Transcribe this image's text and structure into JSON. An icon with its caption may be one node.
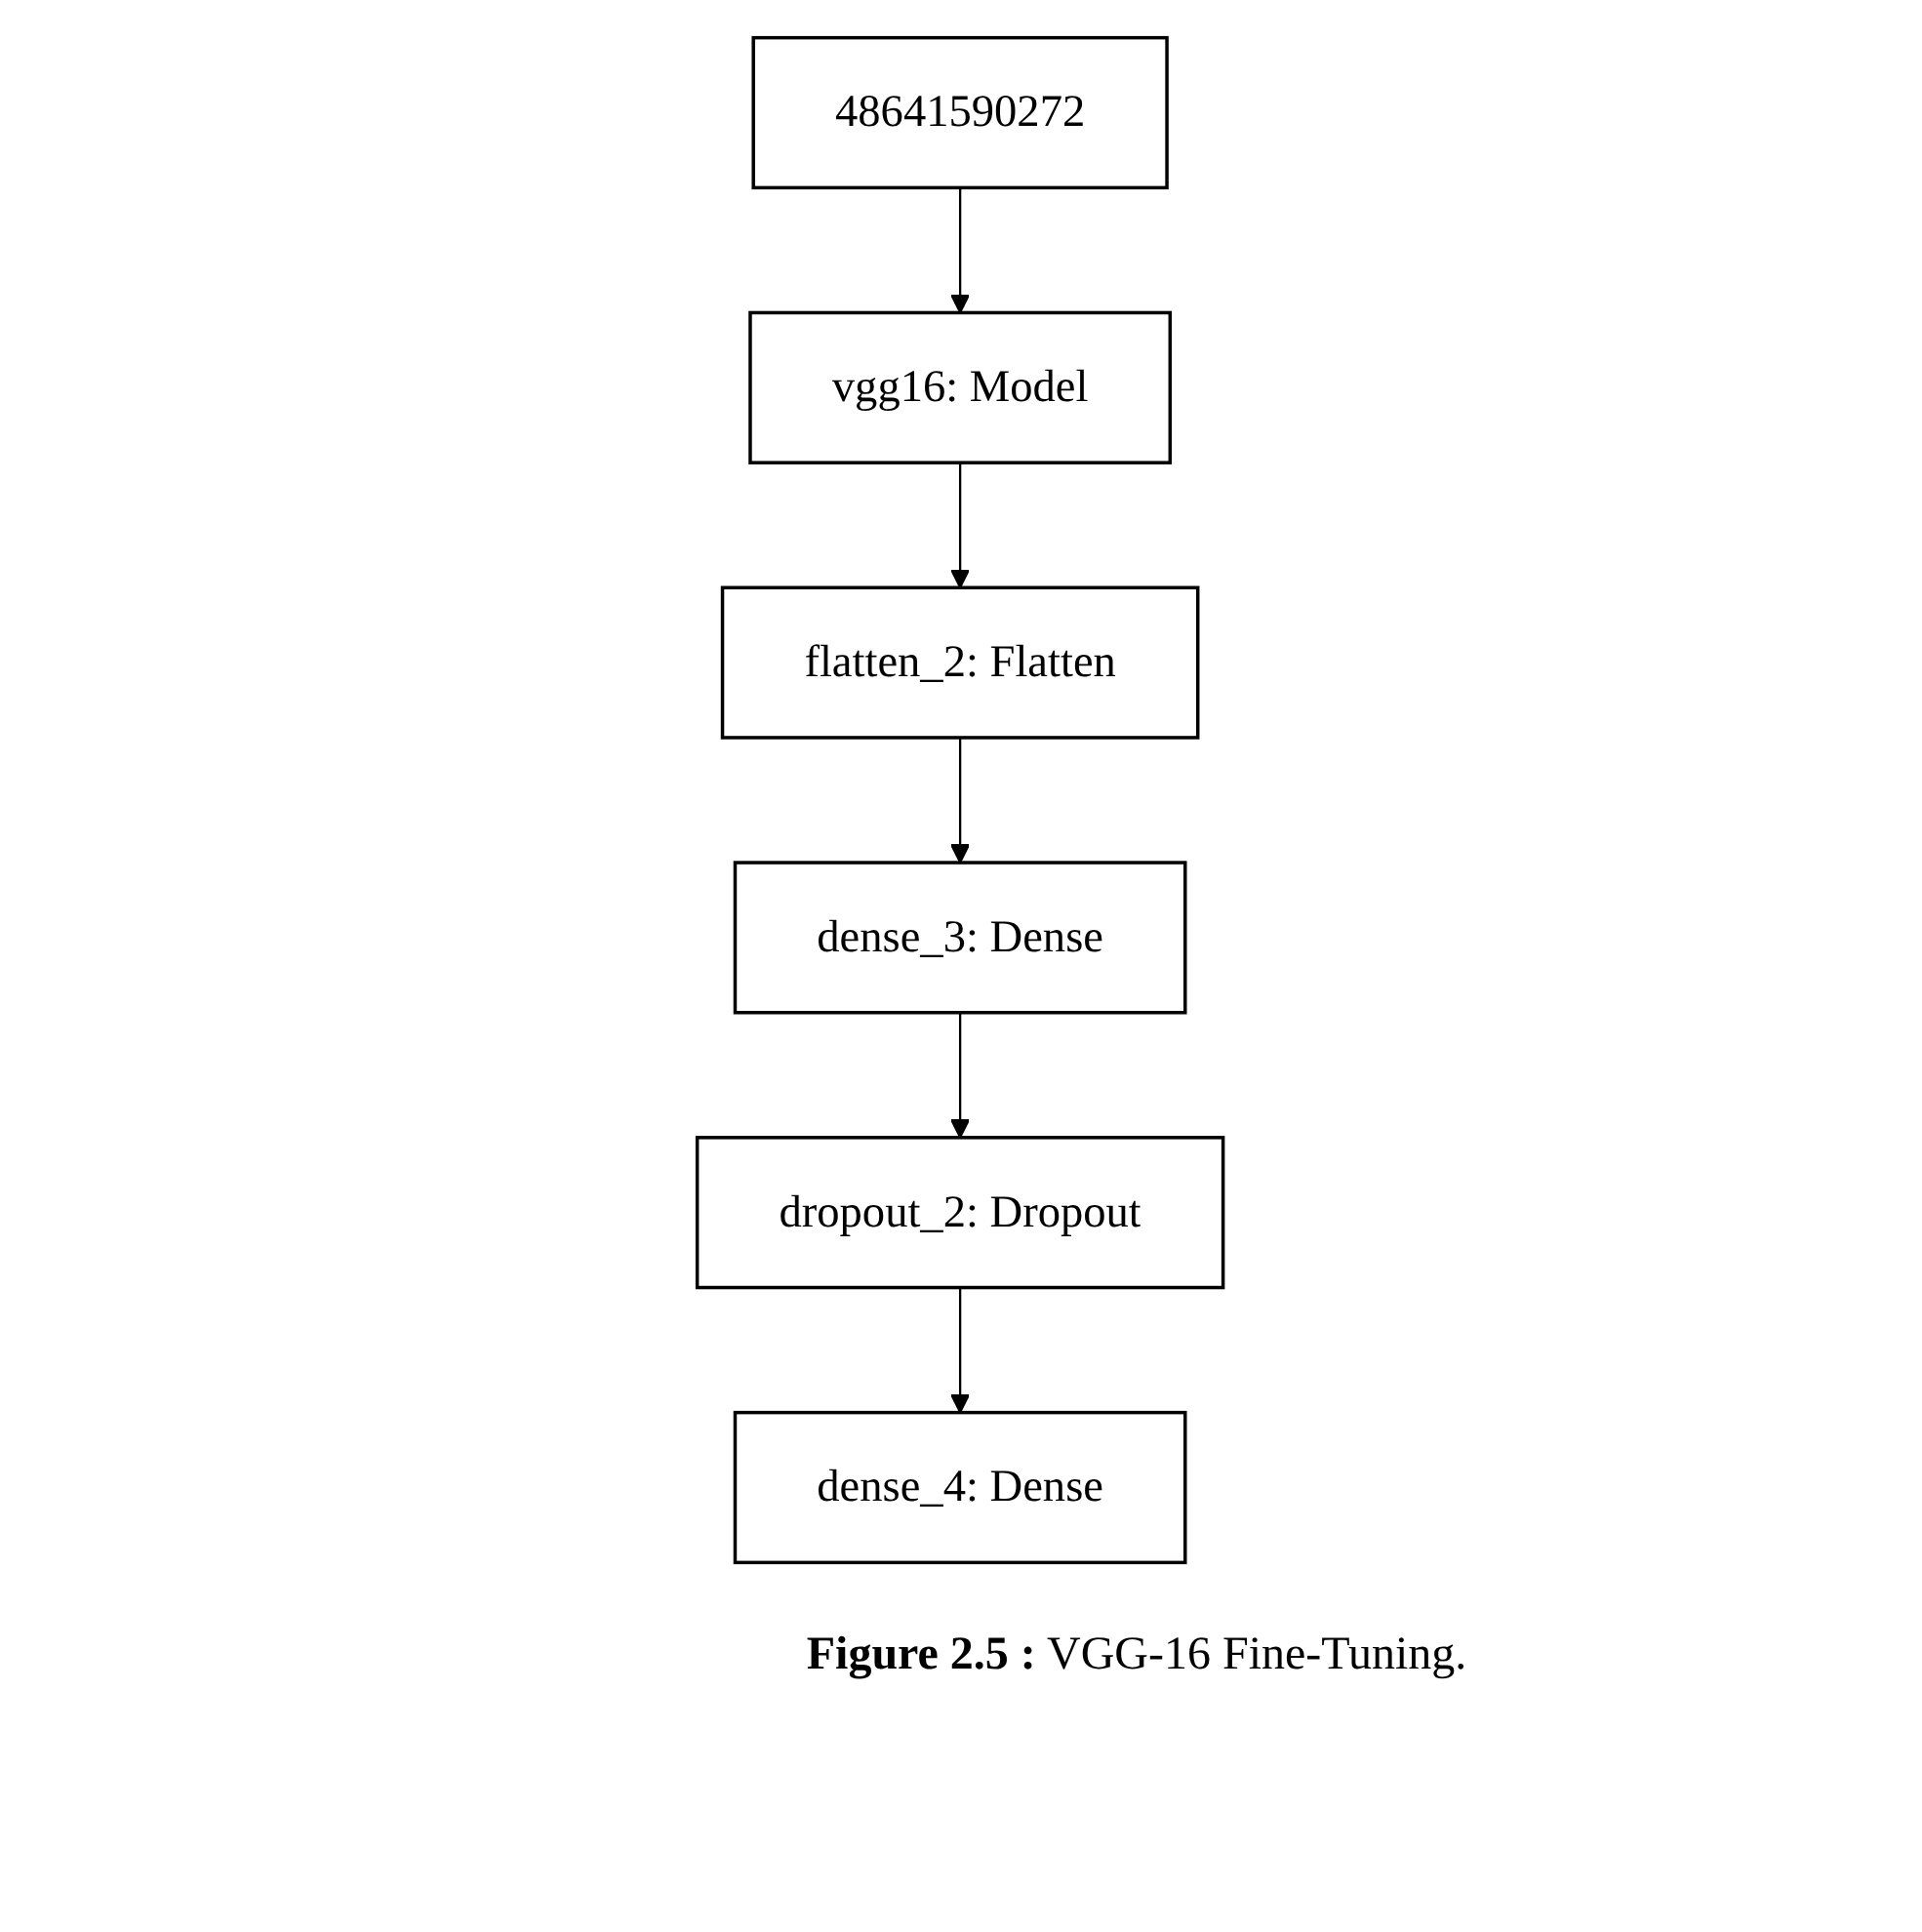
{
  "diagram": {
    "caption": "**Figure 2.5 :** VGG-16 Fine-Tuning.",
    "nodes": [
      {
        "text": [
          "48641590272"
        ]
      },
      {
        "text": [
          "vgg16: Model"
        ]
      },
      {
        "text": [
          "flatten_2: Flatten"
        ]
      },
      {
        "text": [
          "dense_3: Dense"
        ]
      },
      {
        "text": [
          "dropout_2: Dropout"
        ]
      },
      {
        "text": [
          "dense_4: Dense"
        ]
      }
    ],
    "edges": [
      {
        "from": 0,
        "to": 1,
        "arrow": "to"
      },
      {
        "from": 1,
        "to": 2,
        "arrow": "to"
      },
      {
        "from": 2,
        "to": 3,
        "arrow": "to"
      },
      {
        "from": 3,
        "to": 4,
        "arrow": "to"
      },
      {
        "from": 4,
        "to": 5,
        "arrow": "to"
      }
    ]
  }
}
